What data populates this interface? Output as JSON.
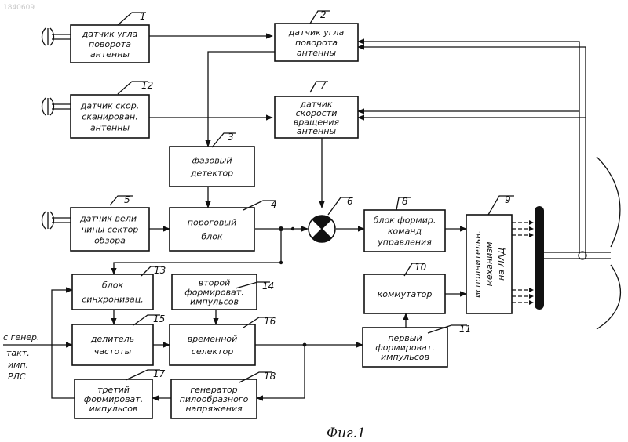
{
  "doc_id": "1840609",
  "caption": "Фиг.1",
  "input_label": [
    "с генер.",
    "такт.",
    "имп.",
    "РЛС"
  ],
  "blocks": [
    {
      "num": "1",
      "lines": [
        "датчик угла",
        "поворота",
        "антенны"
      ]
    },
    {
      "num": "2",
      "lines": [
        "датчик угла",
        "поворота",
        "антенны"
      ]
    },
    {
      "num": "12",
      "lines": [
        "датчик скор.",
        "сканирован.",
        "антенны"
      ]
    },
    {
      "num": "7",
      "lines": [
        "датчик",
        "скорости",
        "вращения",
        "антенны"
      ]
    },
    {
      "num": "3",
      "lines": [
        "фазовый",
        "детектор"
      ]
    },
    {
      "num": "5",
      "lines": [
        "датчик вели-",
        "чины сектор",
        "обзора"
      ]
    },
    {
      "num": "4",
      "lines": [
        "пороговый",
        "блок"
      ]
    },
    {
      "num": "6",
      "lines": []
    },
    {
      "num": "8",
      "lines": [
        "блок формир.",
        "команд",
        "управления"
      ]
    },
    {
      "num": "9",
      "lines": [
        "исполнительн.",
        "механизм",
        "на ЛАД"
      ]
    },
    {
      "num": "13",
      "lines": [
        "блок",
        "синхронизац."
      ]
    },
    {
      "num": "14",
      "lines": [
        "второй",
        "формироват.",
        "импульсов"
      ]
    },
    {
      "num": "10",
      "lines": [
        "коммутатор"
      ]
    },
    {
      "num": "15",
      "lines": [
        "делитель",
        "частоты"
      ]
    },
    {
      "num": "16",
      "lines": [
        "временной",
        "селектор"
      ]
    },
    {
      "num": "11",
      "lines": [
        "первый",
        "формироват.",
        "импульсов"
      ]
    },
    {
      "num": "17",
      "lines": [
        "третий",
        "формироват.",
        "импульсов"
      ]
    },
    {
      "num": "18",
      "lines": [
        "генератор",
        "пилообразного",
        "напряжения"
      ]
    }
  ]
}
